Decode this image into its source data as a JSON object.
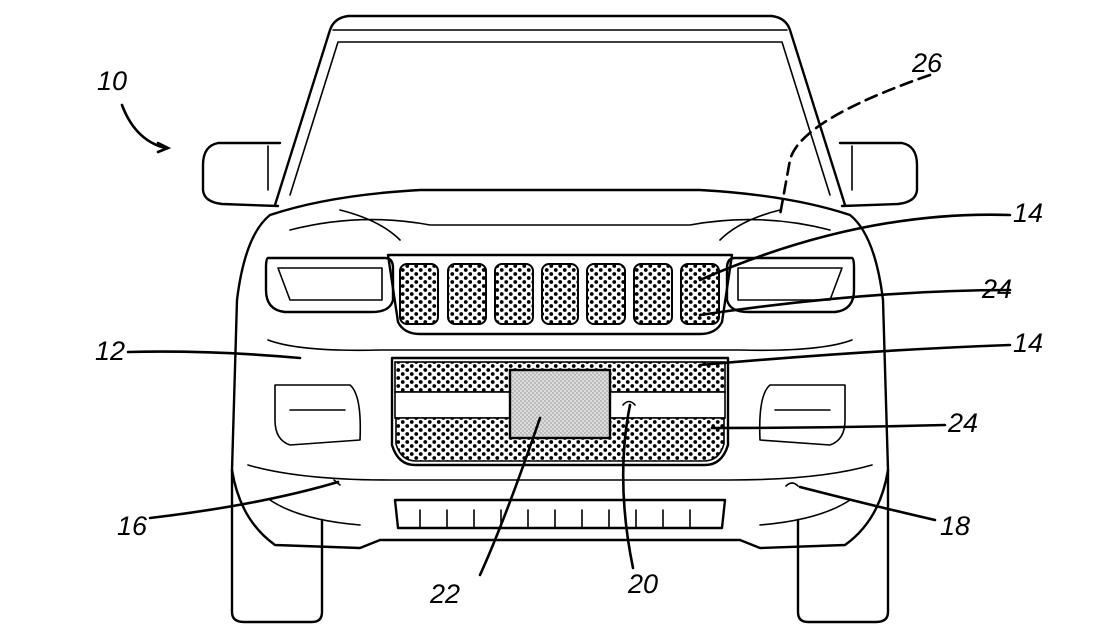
{
  "figure": {
    "labels": {
      "vehicle": "10",
      "fascia": "12",
      "grille_upper": "14",
      "grille_lower": "14",
      "sensor_left": "16",
      "sensor_right": "18",
      "camera": "20",
      "plate": "22",
      "mesh_upper": "24",
      "mesh_lower": "24",
      "hidden": "26"
    },
    "colors": {
      "line": "#000000",
      "mesh_fill": "#ffffff",
      "plate_fill": "#d9d9d9"
    }
  }
}
